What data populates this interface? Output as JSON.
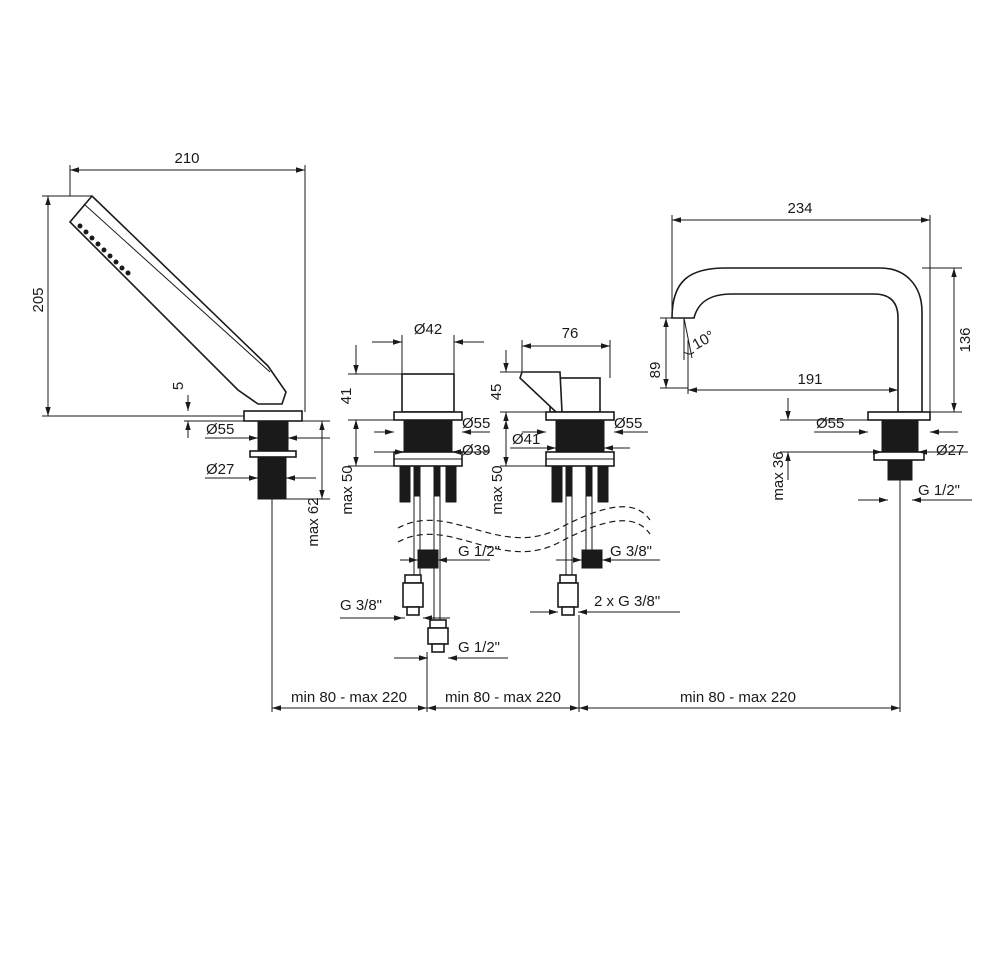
{
  "shower": {
    "width": "210",
    "height": "205",
    "gap": "5",
    "diameter_base": "Ø55",
    "diameter_thread": "Ø27",
    "max_depth": "max 62"
  },
  "diverter": {
    "diameter_top": "Ø42",
    "height": "41",
    "diameter_base": "Ø55",
    "diameter_body": "Ø39",
    "max_depth": "max 50",
    "thread_upper": "G 1/2\"",
    "thread_left": "G 3/8\"",
    "thread_lower": "G 1/2\""
  },
  "mixer": {
    "width": "76",
    "height": "45",
    "diameter_left": "Ø41",
    "diameter_base": "Ø55",
    "max_depth": "max 50",
    "thread_upper": "G 3/8\"",
    "thread_double": "2 x G 3/8\""
  },
  "spout": {
    "width": "234",
    "height": "136",
    "inner_height": "89",
    "reach": "191",
    "angle": "10°",
    "diameter_base": "Ø55",
    "diameter_thread": "Ø27",
    "max_depth": "max 36",
    "thread": "G 1/2\""
  },
  "spacing": {
    "left": "min 80 - max 220",
    "middle": "min 80 - max 220",
    "right": "min 80 - max 220"
  }
}
